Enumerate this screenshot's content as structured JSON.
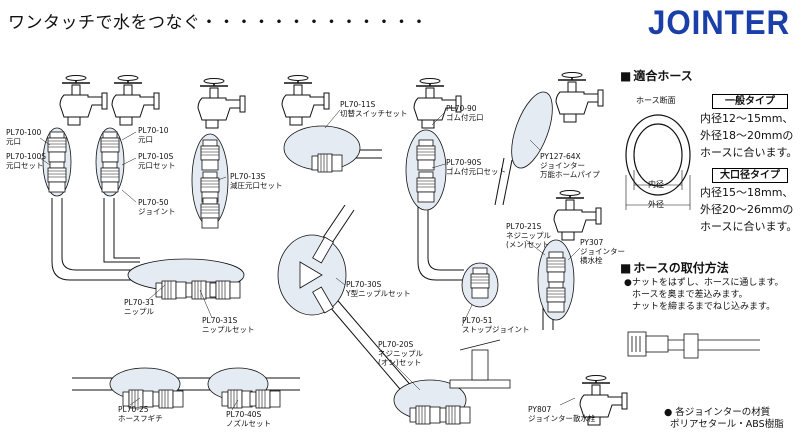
{
  "header": {
    "title": "ワンタッチで水をつなぐ・・・・・・・・・・・・・",
    "brand": "JOINTER"
  },
  "labels": {
    "pl70_100": "PL70-100",
    "pl70_100_sub": "元口",
    "pl70_100s": "PL70-100S",
    "pl70_100s_sub": "元口セット",
    "pl70_10": "PL70-10",
    "pl70_10_sub": "元口",
    "pl70_10s": "PL70-10S",
    "pl70_10s_sub": "元口セット",
    "pl70_50": "PL70-50",
    "pl70_50_sub": "ジョイント",
    "pl70_13s": "PL70-13S",
    "pl70_13s_sub": "減圧元口セット",
    "pl70_11s": "PL70-11S",
    "pl70_11s_sub": "切替スイッチセット",
    "pl70_90": "PL70-90",
    "pl70_90_sub": "ゴム付元口",
    "pl70_90s": "PL70-90S",
    "pl70_90s_sub": "ゴム付元口セット",
    "py127": "PY127-64X",
    "py127_sub1": "ジョインター",
    "py127_sub2": "万能ホームパイプ",
    "pl70_21s": "PL70-21S",
    "pl70_21s_sub1": "ネジニップル",
    "pl70_21s_sub2": "(メン)セット",
    "py307": "PY307",
    "py307_sub1": "ジョインター",
    "py307_sub2": "横水栓",
    "pl70_31": "PL70-31",
    "pl70_31_sub": "ニップル",
    "pl70_31s": "PL70-31S",
    "pl70_31s_sub": "ニップルセット",
    "pl70_30s": "PL70-30S",
    "pl70_30s_sub": "Y型ニップルセット",
    "pl70_51": "PL70-51",
    "pl70_51_sub": "ストップジョイント",
    "pl70_20s": "PL70-20S",
    "pl70_20s_sub1": "ネジニップル",
    "pl70_20s_sub2": "(オン)セット",
    "pl70_25": "PL70-25",
    "pl70_25_sub": "ホースフギチ",
    "pl70_40s": "PL70-40S",
    "pl70_40s_sub": "ノズルセット",
    "py807": "PY807",
    "py807_sub": "ジョインター散水栓"
  },
  "hose": {
    "title": "適合ホース",
    "section_label": "ホース断面",
    "inner_label": "内径",
    "outer_label": "外径",
    "type1_label": "一般タイプ",
    "type1_line1": "内径12～15mm、",
    "type1_line2": "外径18～20mmの",
    "type1_line3": "ホースに合います。",
    "type2_label": "大口径タイプ",
    "type2_line1": "内径15～18mm、",
    "type2_line2": "外径20～26mmの",
    "type2_line3": "ホースに合います。"
  },
  "install": {
    "title": "ホースの取付方法",
    "step1": "●ナットをはずし、ホースに通します。",
    "step2": "ホースを奥まで差込みます。",
    "step3": "ナットを締まるまでねじ込みます。"
  },
  "material": {
    "line1": "● 各ジョインターの材質",
    "line2": "ポリアセタール・ABS樹脂"
  },
  "colors": {
    "brand": "#1a3fa8",
    "bubble": "#e4ebf2",
    "line": "#111111"
  }
}
